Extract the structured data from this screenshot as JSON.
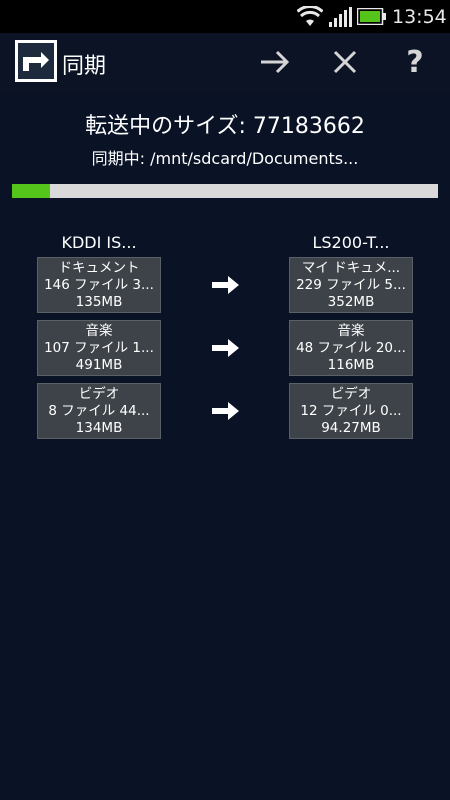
{
  "status_bar": {
    "time": "13:54",
    "icons": [
      "wifi-icon",
      "signal-icon",
      "battery-icon"
    ],
    "battery_color": "#55c51c"
  },
  "action_bar": {
    "title": "同期",
    "icons": [
      "sync-app-icon",
      "forward-arrow-icon",
      "close-icon",
      "help-icon"
    ],
    "help_label": "?"
  },
  "transfer": {
    "size_text": "転送中のサイズ: 77183662",
    "syncing_text": "同期中: /mnt/sdcard/Documents...",
    "progress_fraction": 0.09,
    "progress_color": "#55c51c"
  },
  "columns": {
    "source_title": "KDDI IS...",
    "target_title": "LS200-T..."
  },
  "rows": [
    {
      "source": {
        "name": "ドキュメント",
        "detail": "146 ファイル 3...",
        "size": "135MB"
      },
      "target": {
        "name": "マイ ドキュメ...",
        "detail": "229 ファイル 5...",
        "size": "352MB"
      }
    },
    {
      "source": {
        "name": "音楽",
        "detail": "107 ファイル 1...",
        "size": "491MB"
      },
      "target": {
        "name": "音楽",
        "detail": "48 ファイル 20...",
        "size": "116MB"
      }
    },
    {
      "source": {
        "name": "ビデオ",
        "detail": "8 ファイル 44...",
        "size": "134MB"
      },
      "target": {
        "name": "ビデオ",
        "detail": "12 ファイル 0...",
        "size": "94.27MB"
      }
    }
  ]
}
